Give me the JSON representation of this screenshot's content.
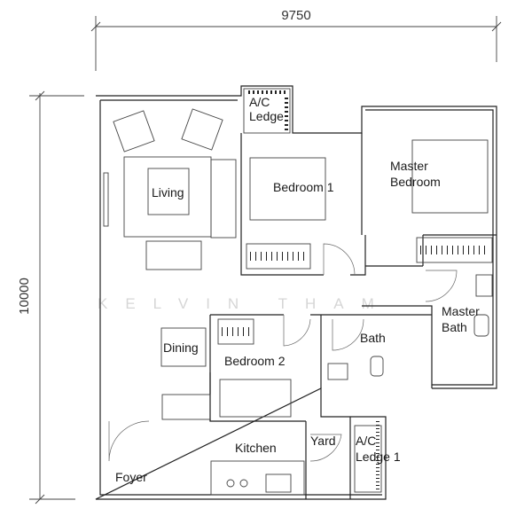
{
  "dimensions": {
    "width": "9750",
    "height": "10000"
  },
  "rooms": {
    "ac_ledge": "A/C",
    "ac_ledge_2": "Ledge",
    "living": "Living",
    "bedroom1": "Bedroom 1",
    "master_bedroom_1": "Master",
    "master_bedroom_2": "Bedroom",
    "master_bath_1": "Master",
    "master_bath_2": "Bath",
    "bath": "Bath",
    "dining": "Dining",
    "bedroom2": "Bedroom 2",
    "kitchen": "Kitchen",
    "yard": "Yard",
    "ac_ledge1_1": "A/C",
    "ac_ledge1_2": "Ledge 1",
    "foyer": "Foyer"
  },
  "watermark": "KELVIN THAM"
}
